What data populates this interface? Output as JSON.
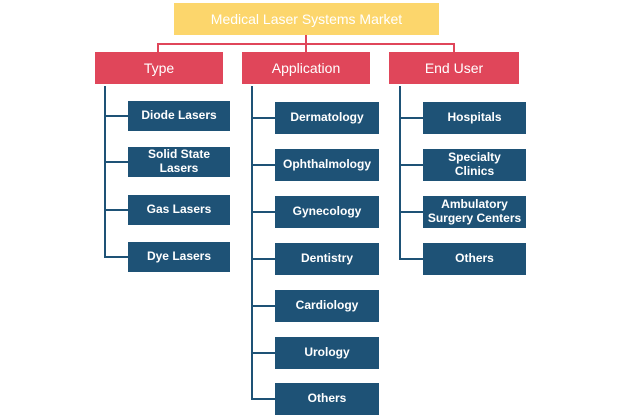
{
  "root": "Medical Laser Systems Market",
  "colors": {
    "root": "#fcd66c",
    "category": "#e0465a",
    "leaf": "#1e5276"
  },
  "categories": [
    {
      "label": "Type",
      "items": [
        "Diode Lasers",
        "Solid State Lasers",
        "Gas Lasers",
        "Dye Lasers"
      ]
    },
    {
      "label": "Application",
      "items": [
        "Dermatology",
        "Ophthalmology",
        "Gynecology",
        "Dentistry",
        "Cardiology",
        "Urology",
        "Others"
      ]
    },
    {
      "label": "End User",
      "items": [
        "Hospitals",
        "Specialty Clinics",
        "Ambulatory Surgery Centers",
        "Others"
      ]
    }
  ]
}
